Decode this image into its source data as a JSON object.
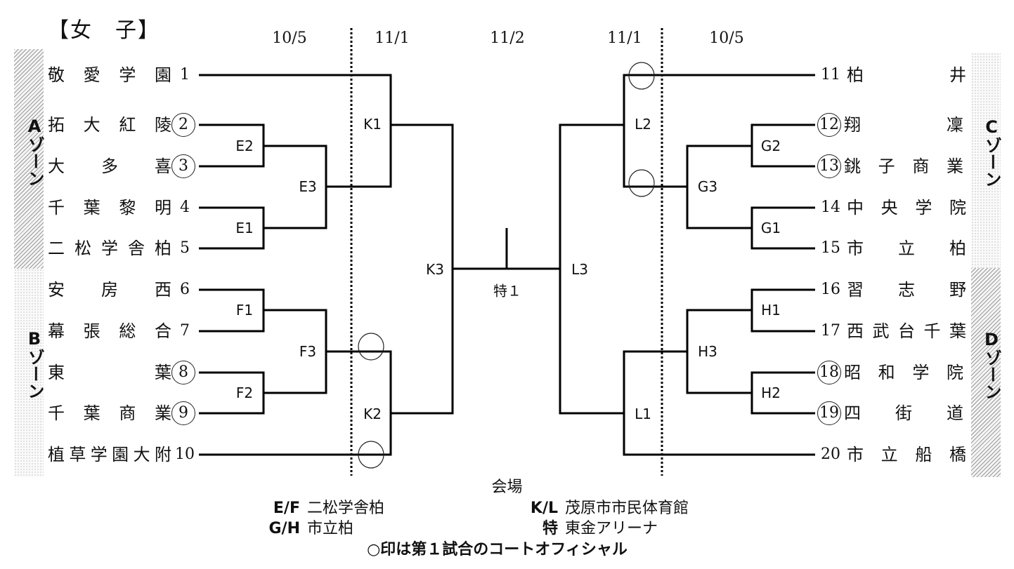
{
  "title": "【女　子】",
  "dates": {
    "left_round1": "10/5",
    "left_round2": "11/1",
    "final": "11/2",
    "right_round2": "11/1",
    "right_round1": "10/5"
  },
  "zones": [
    {
      "id": "A",
      "label": "Aゾーン",
      "side": "left",
      "pattern": "hatch"
    },
    {
      "id": "B",
      "label": "Bゾーン",
      "side": "left",
      "pattern": "dots"
    },
    {
      "id": "C",
      "label": "Cゾーン",
      "side": "right",
      "pattern": "dots"
    },
    {
      "id": "D",
      "label": "Dゾーン",
      "side": "right",
      "pattern": "hatch"
    }
  ],
  "teams": [
    {
      "seed": "1",
      "name": "敬愛学園",
      "circled": false
    },
    {
      "seed": "2",
      "name": "拓大紅陵",
      "circled": true
    },
    {
      "seed": "3",
      "name": "大　多　喜",
      "circled": true
    },
    {
      "seed": "4",
      "name": "千葉黎明",
      "circled": false
    },
    {
      "seed": "5",
      "name": "二松学舎柏",
      "circled": false
    },
    {
      "seed": "6",
      "name": "安　房　西",
      "circled": false
    },
    {
      "seed": "7",
      "name": "幕張総合",
      "circled": false
    },
    {
      "seed": "8",
      "name": "東　　葉",
      "circled": true
    },
    {
      "seed": "9",
      "name": "千葉商業",
      "circled": true
    },
    {
      "seed": "10",
      "name": "植草学園大附",
      "circled": false
    },
    {
      "seed": "11",
      "name": "柏　　井",
      "circled": false
    },
    {
      "seed": "12",
      "name": "翔　　凜",
      "circled": true
    },
    {
      "seed": "13",
      "name": "銚子商業",
      "circled": true
    },
    {
      "seed": "14",
      "name": "中央学院",
      "circled": false
    },
    {
      "seed": "15",
      "name": "市　立　柏",
      "circled": false
    },
    {
      "seed": "16",
      "name": "習　志　野",
      "circled": false
    },
    {
      "seed": "17",
      "name": "西武台千葉",
      "circled": false
    },
    {
      "seed": "18",
      "name": "昭和学院",
      "circled": true
    },
    {
      "seed": "19",
      "name": "四　街　道",
      "circled": true
    },
    {
      "seed": "20",
      "name": "市立船橋",
      "circled": false
    }
  ],
  "matches": {
    "E1": "E1",
    "E2": "E2",
    "E3": "E3",
    "F1": "F1",
    "F2": "F2",
    "F3": "F3",
    "G1": "G1",
    "G2": "G2",
    "G3": "G3",
    "H1": "H1",
    "H2": "H2",
    "H3": "H3",
    "K1": "K1",
    "K2": "K2",
    "K3": "K3",
    "L1": "L1",
    "L2": "L2",
    "L3": "L3",
    "final": "特１"
  },
  "legend": {
    "heading": "会場",
    "venues": [
      {
        "code": "E/F",
        "venue": "二松学舎柏"
      },
      {
        "code": "G/H",
        "venue": "市立柏"
      },
      {
        "code": "K/L",
        "venue": "茂原市市民体育館"
      },
      {
        "code": "特",
        "venue": "東金アリーナ"
      }
    ],
    "note": "○印は第１試合のコートオフィシャル"
  },
  "colors": {
    "line": "#000000",
    "text": "#111111"
  }
}
